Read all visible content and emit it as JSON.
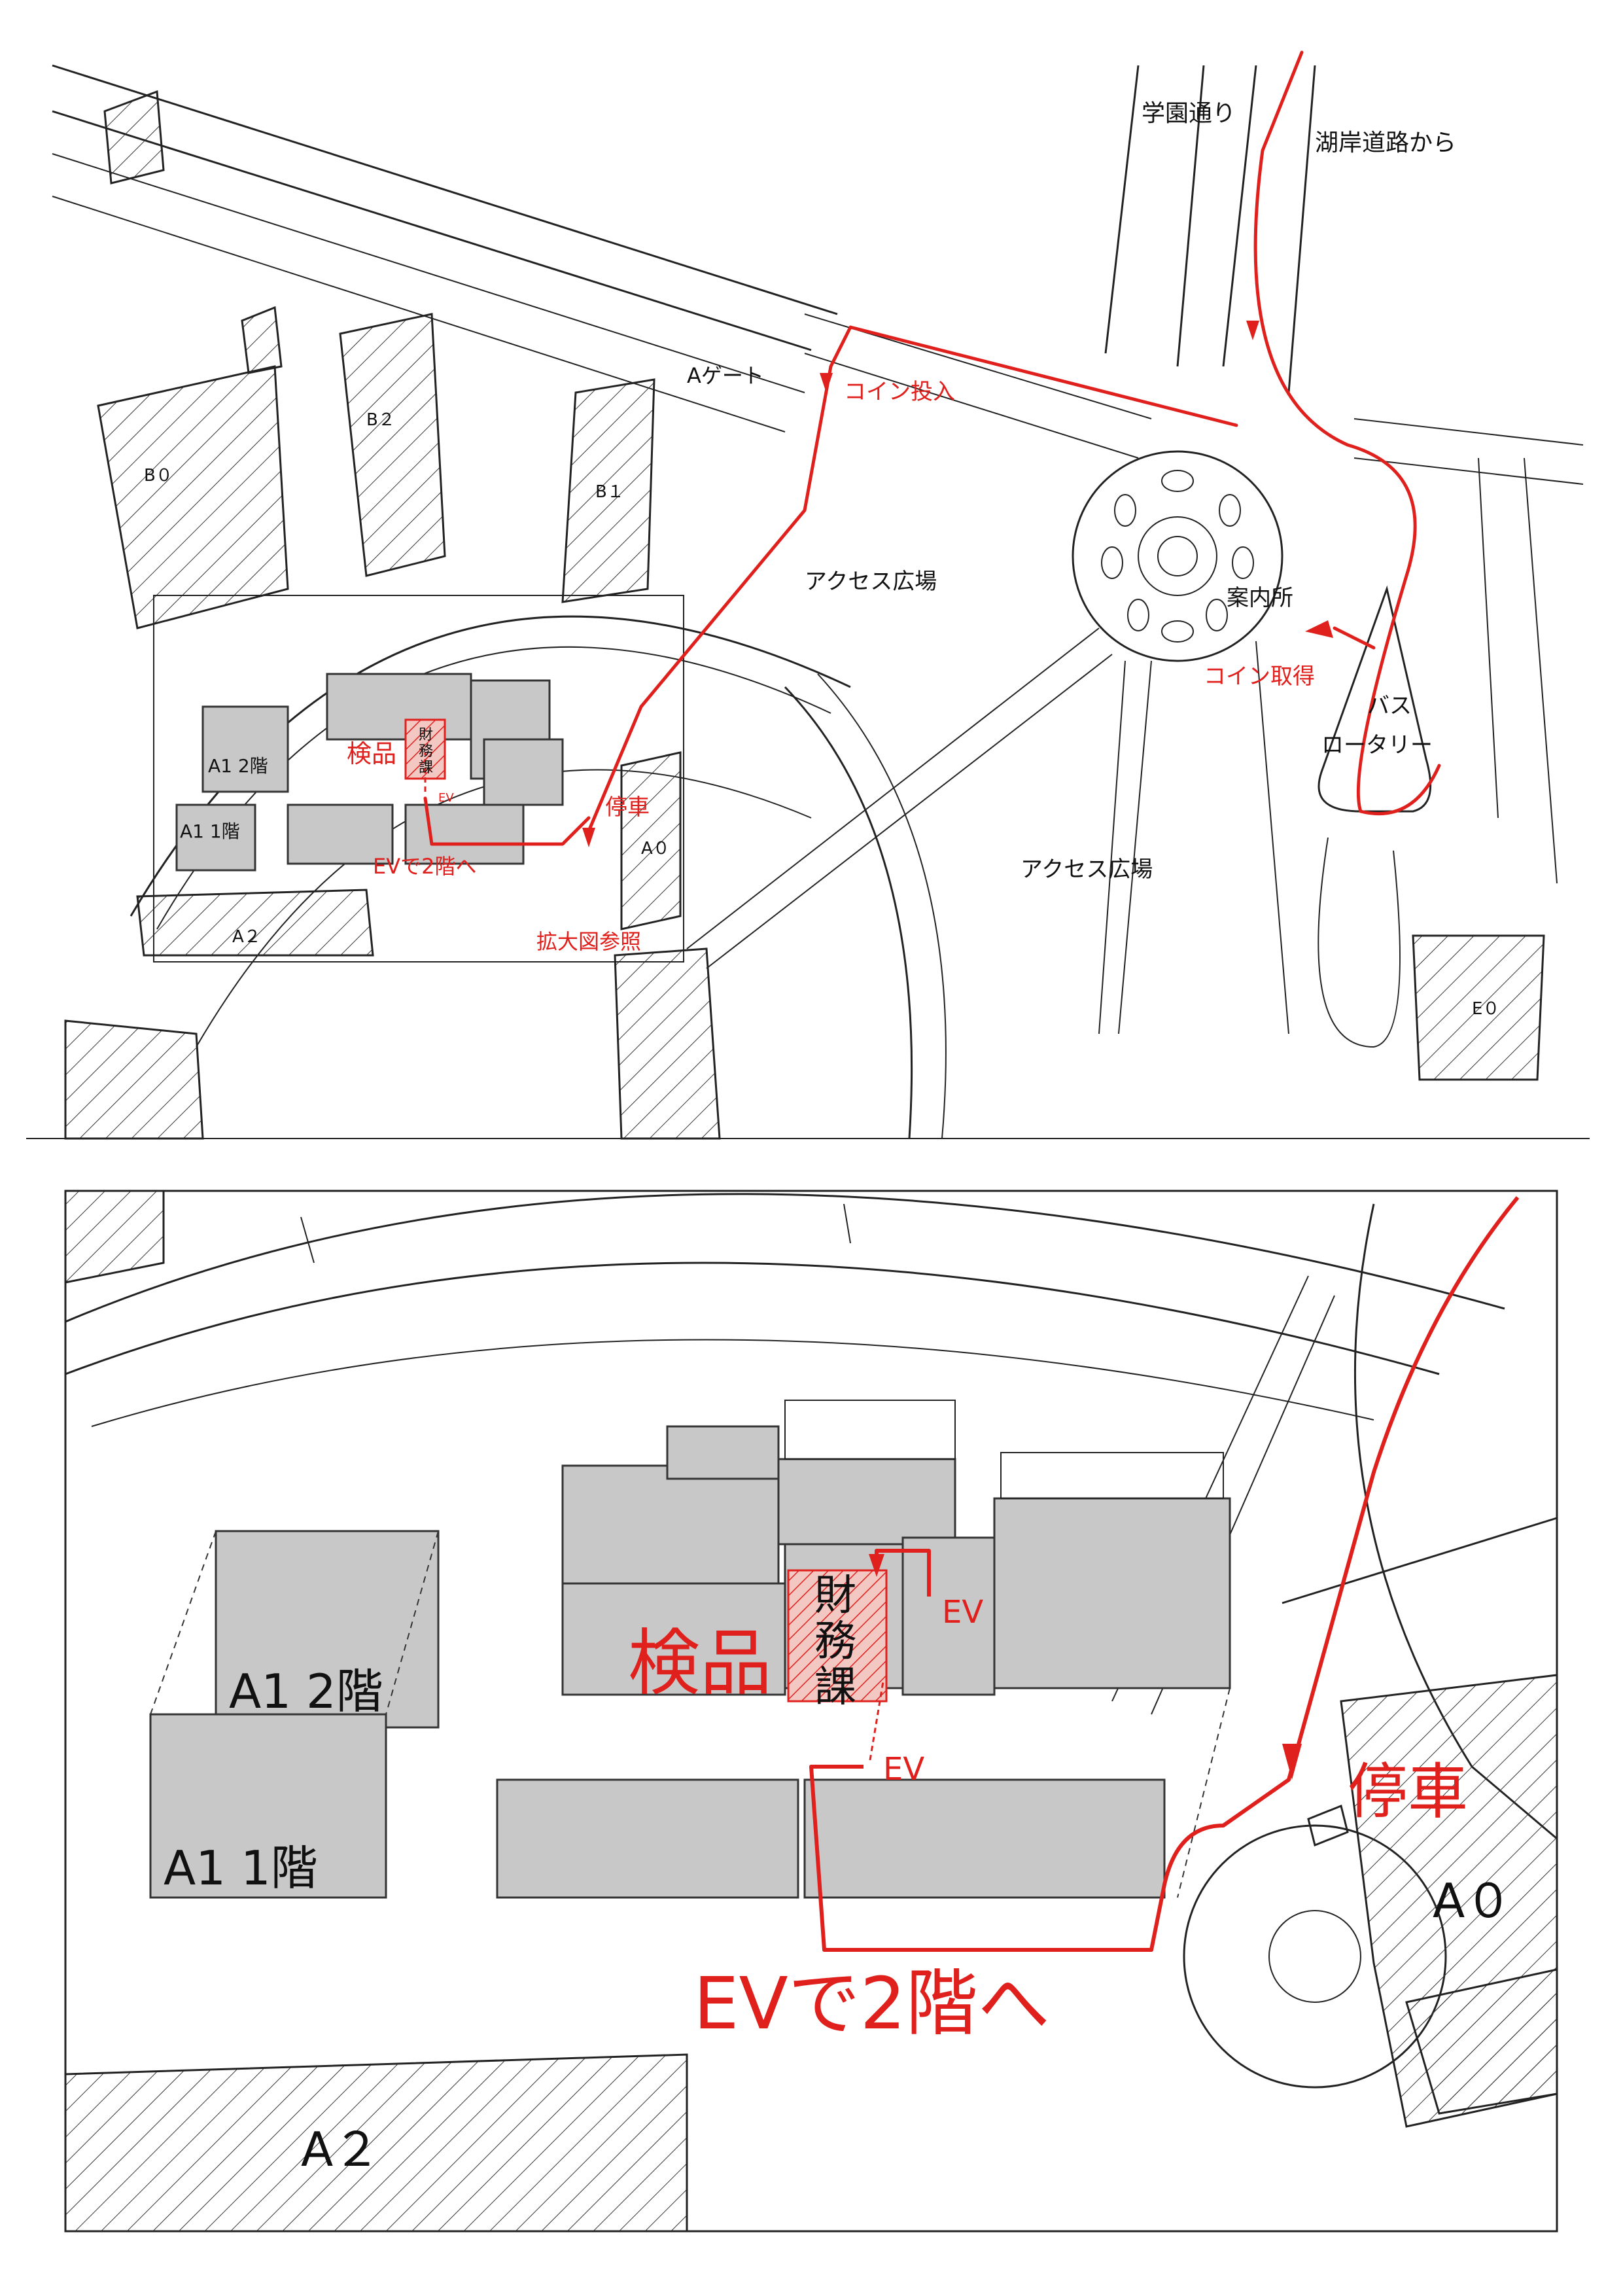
{
  "colors": {
    "route": "#e0201c",
    "building": "#c8c8c8",
    "line": "#222222"
  },
  "overview": {
    "roads": {
      "gakuen": "学園通り",
      "kogan": "湖岸道路から"
    },
    "gate": "Aゲート",
    "coin_insert": "コイン投入",
    "coin_get": "コイン取得",
    "info": "案内所",
    "bus": {
      "line1": "バス",
      "line2": "ロータリー"
    },
    "plaza1": "アクセス広場",
    "plaza2": "アクセス広場",
    "buildings": {
      "b0": "B０",
      "b2": "B２",
      "b1": "B１",
      "a0": "A０",
      "a2": "A２",
      "e0": "E０"
    },
    "floor2": "A1 2階",
    "floor1": "A1 1階",
    "kenpin": "検品",
    "zaimu": {
      "c1": "財",
      "c2": "務",
      "c3": "課"
    },
    "ev": "EV",
    "teisha": "停車",
    "ev_2f": "EVで2階へ",
    "zoom_ref": "拡大図参照"
  },
  "detail": {
    "floor2": "A1 2階",
    "floor1": "A1 1階",
    "kenpin": "検品",
    "zaimu": {
      "c1": "財",
      "c2": "務",
      "c3": "課"
    },
    "ev_upper": "EV",
    "ev_lower": "EV",
    "teisha": "停車",
    "ev_2f": "EVで2階へ",
    "a0": "A０",
    "a2": "A２"
  }
}
